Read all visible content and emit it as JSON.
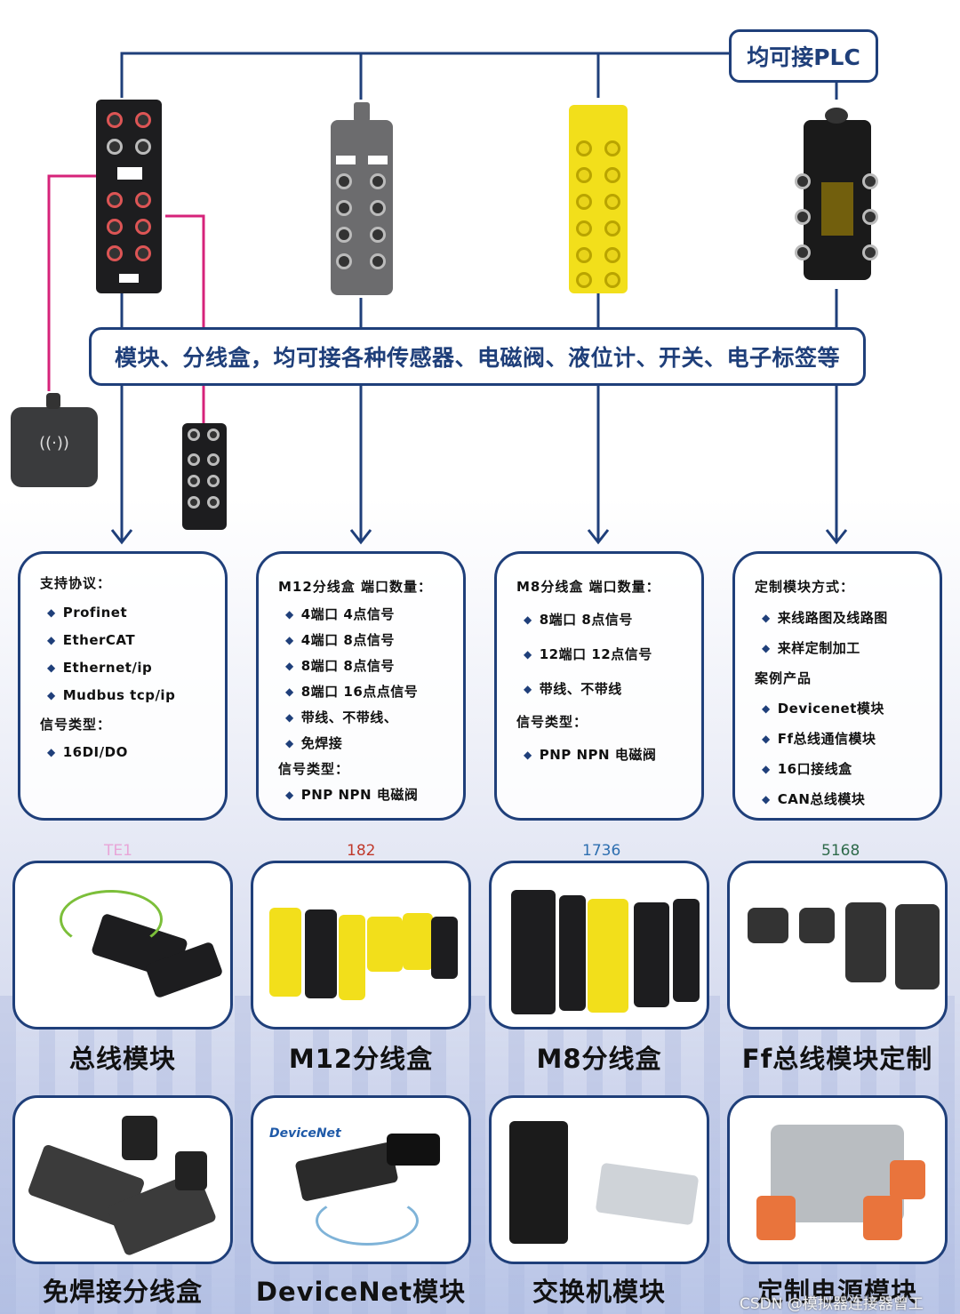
{
  "top_label": "均可接PLC",
  "banner": "模块、分线盒，均可接各种传感器、电磁阀、液位计、开关、电子标签等",
  "colors": {
    "frame_blue": "#1f3f7a",
    "wire_pink": "#d6237a",
    "diamond": "#1f3f7a"
  },
  "cards": [
    {
      "title": "支持协议：",
      "items": [
        "Profinet",
        "EtherCAT",
        "Ethernet/ip",
        "Mudbus tcp/ip"
      ],
      "sub": "信号类型：",
      "sub_items": [
        "16DI/DO"
      ]
    },
    {
      "title": "M12分线盒 端口数量：",
      "items": [
        "4端口 4点信号",
        "4端口 8点信号",
        "8端口 8点信号",
        "8端口 16点点信号",
        "带线、不带线、",
        "免焊接"
      ],
      "sub": "信号类型：",
      "sub_items": [
        "PNP NPN 电磁阀"
      ]
    },
    {
      "title": "M8分线盒 端口数量：",
      "items": [
        "8端口 8点信号",
        "12端口 12点信号",
        "带线、不带线"
      ],
      "sub": "信号类型：",
      "sub_items": [
        "PNP NPN 电磁阀"
      ]
    },
    {
      "title": "定制模块方式：",
      "items": [
        "来线路图及线路图",
        "来样定制加工"
      ],
      "sub": "案例产品",
      "sub_items": [
        "Devicenet模块",
        "Ff总线通信模块",
        "16口接线盒",
        "CAN总线模块"
      ]
    }
  ],
  "numbers": [
    {
      "text": "TE1",
      "color": "#e8a6d8"
    },
    {
      "text": "182",
      "color": "#c0392b"
    },
    {
      "text": "1736",
      "color": "#2e6fb0"
    },
    {
      "text": "5168",
      "color": "#2e6a4a"
    }
  ],
  "photo_captions_row1": [
    "总线模块",
    "M12分线盒",
    "M8分线盒",
    "Ff总线模块定制"
  ],
  "photo_captions_row2": [
    "免焊接分线盒",
    "DeviceNet模块",
    "交换机模块",
    "定制电源模块"
  ],
  "devicenet_logo": "DeviceNet",
  "rfid_symbol": "((·))",
  "watermark": "CSDN @模拟器连接器曾工"
}
